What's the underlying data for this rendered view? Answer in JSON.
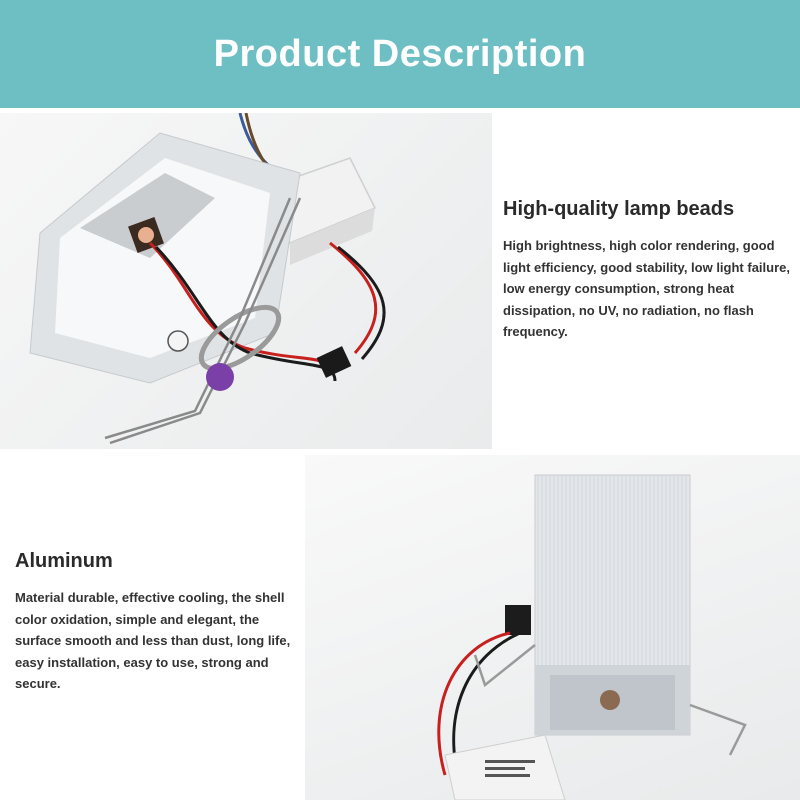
{
  "banner": {
    "title": "Product Description"
  },
  "features": [
    {
      "title": "High-quality lamp beads",
      "description": "High brightness, high color rendering, good light efficiency, good stability, low light failure, low energy consumption, strong heat dissipation, no UV, no radiation, no flash frequency."
    },
    {
      "title": "Aluminum",
      "description": "Material durable, effective cooling, the shell color oxidation, simple and elegant, the surface smooth and less than dust, long life, easy installation, easy to use, strong and secure."
    }
  ],
  "colors": {
    "banner_bg": "#6dbfc4",
    "banner_text": "#ffffff",
    "body_text": "#333333"
  }
}
